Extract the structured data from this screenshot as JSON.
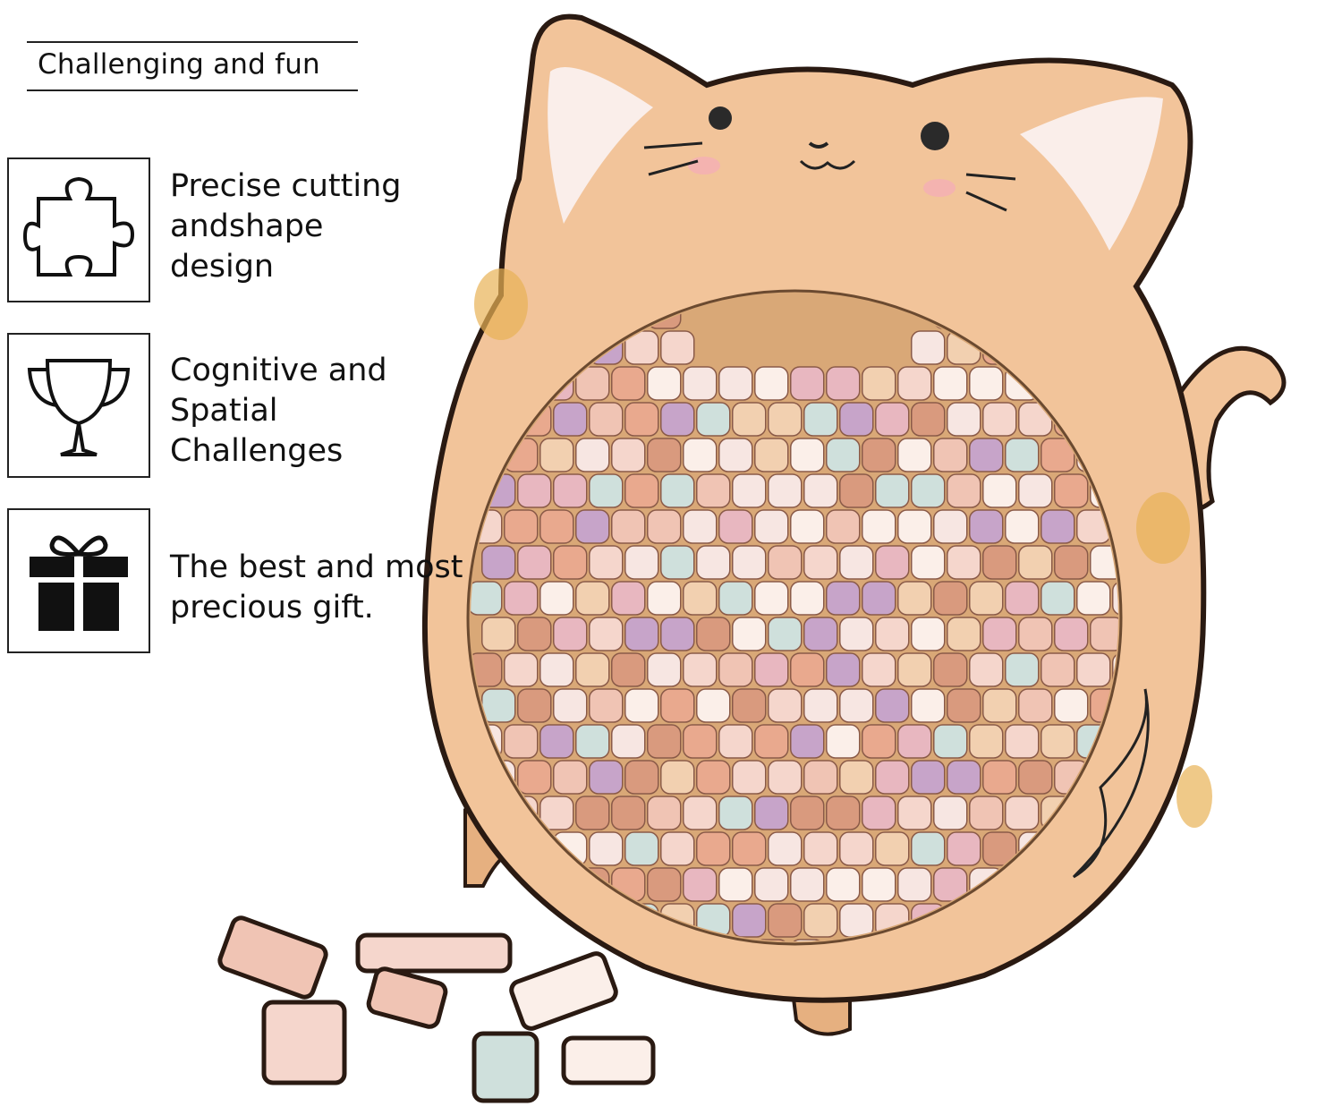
{
  "header": {
    "title": "Challenging and fun"
  },
  "features": [
    {
      "icon": "puzzle-piece-icon",
      "lines": [
        "Precise cutting",
        "andshape",
        "design"
      ]
    },
    {
      "icon": "trophy-icon",
      "lines": [
        "Cognitive and",
        "Spatial",
        "Challenges"
      ]
    },
    {
      "icon": "gift-icon",
      "lines": [
        "The best and most",
        "precious gift."
      ]
    }
  ],
  "colors": {
    "wood": "#f2c49a",
    "wood_edge": "#2a1a12",
    "cork": "#d9a877",
    "ear_inner": "#faeeea",
    "spot": "#e8b256"
  }
}
